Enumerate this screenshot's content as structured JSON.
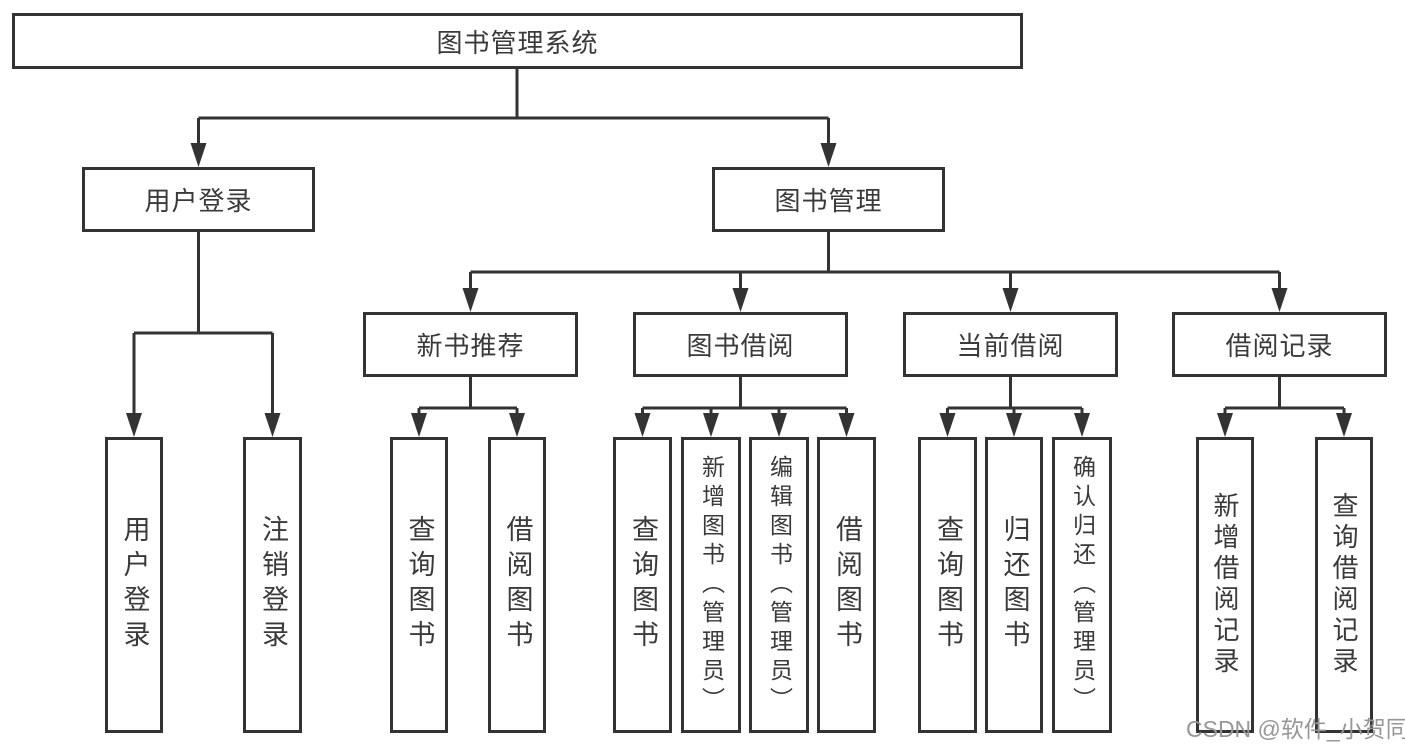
{
  "diagram": {
    "type": "tree",
    "root": "图书管理系统",
    "branches": [
      {
        "label": "用户登录",
        "children": [
          "用户登录",
          "注销登录"
        ]
      },
      {
        "label": "图书管理",
        "children": [
          {
            "label": "新书推荐",
            "children": [
              "查询图书",
              "借阅图书"
            ]
          },
          {
            "label": "图书借阅",
            "children": [
              "查询图书",
              "新增图书（管理员）",
              "编辑图书（管理员）",
              "借阅图书"
            ]
          },
          {
            "label": "当前借阅",
            "children": [
              "查询图书",
              "归还图书",
              "确认归还（管理员）"
            ]
          },
          {
            "label": "借阅记录",
            "children": [
              "新增借阅记录",
              "查询借阅记录"
            ]
          }
        ]
      }
    ]
  },
  "watermark": {
    "text": "CSDN @软件_小贺同学"
  },
  "colors": {
    "background": "#ffffff",
    "box_fill": "#ffffff",
    "box_border": "#333333",
    "line": "#333333",
    "text": "#3a3a3a",
    "watermark": "#979797"
  }
}
